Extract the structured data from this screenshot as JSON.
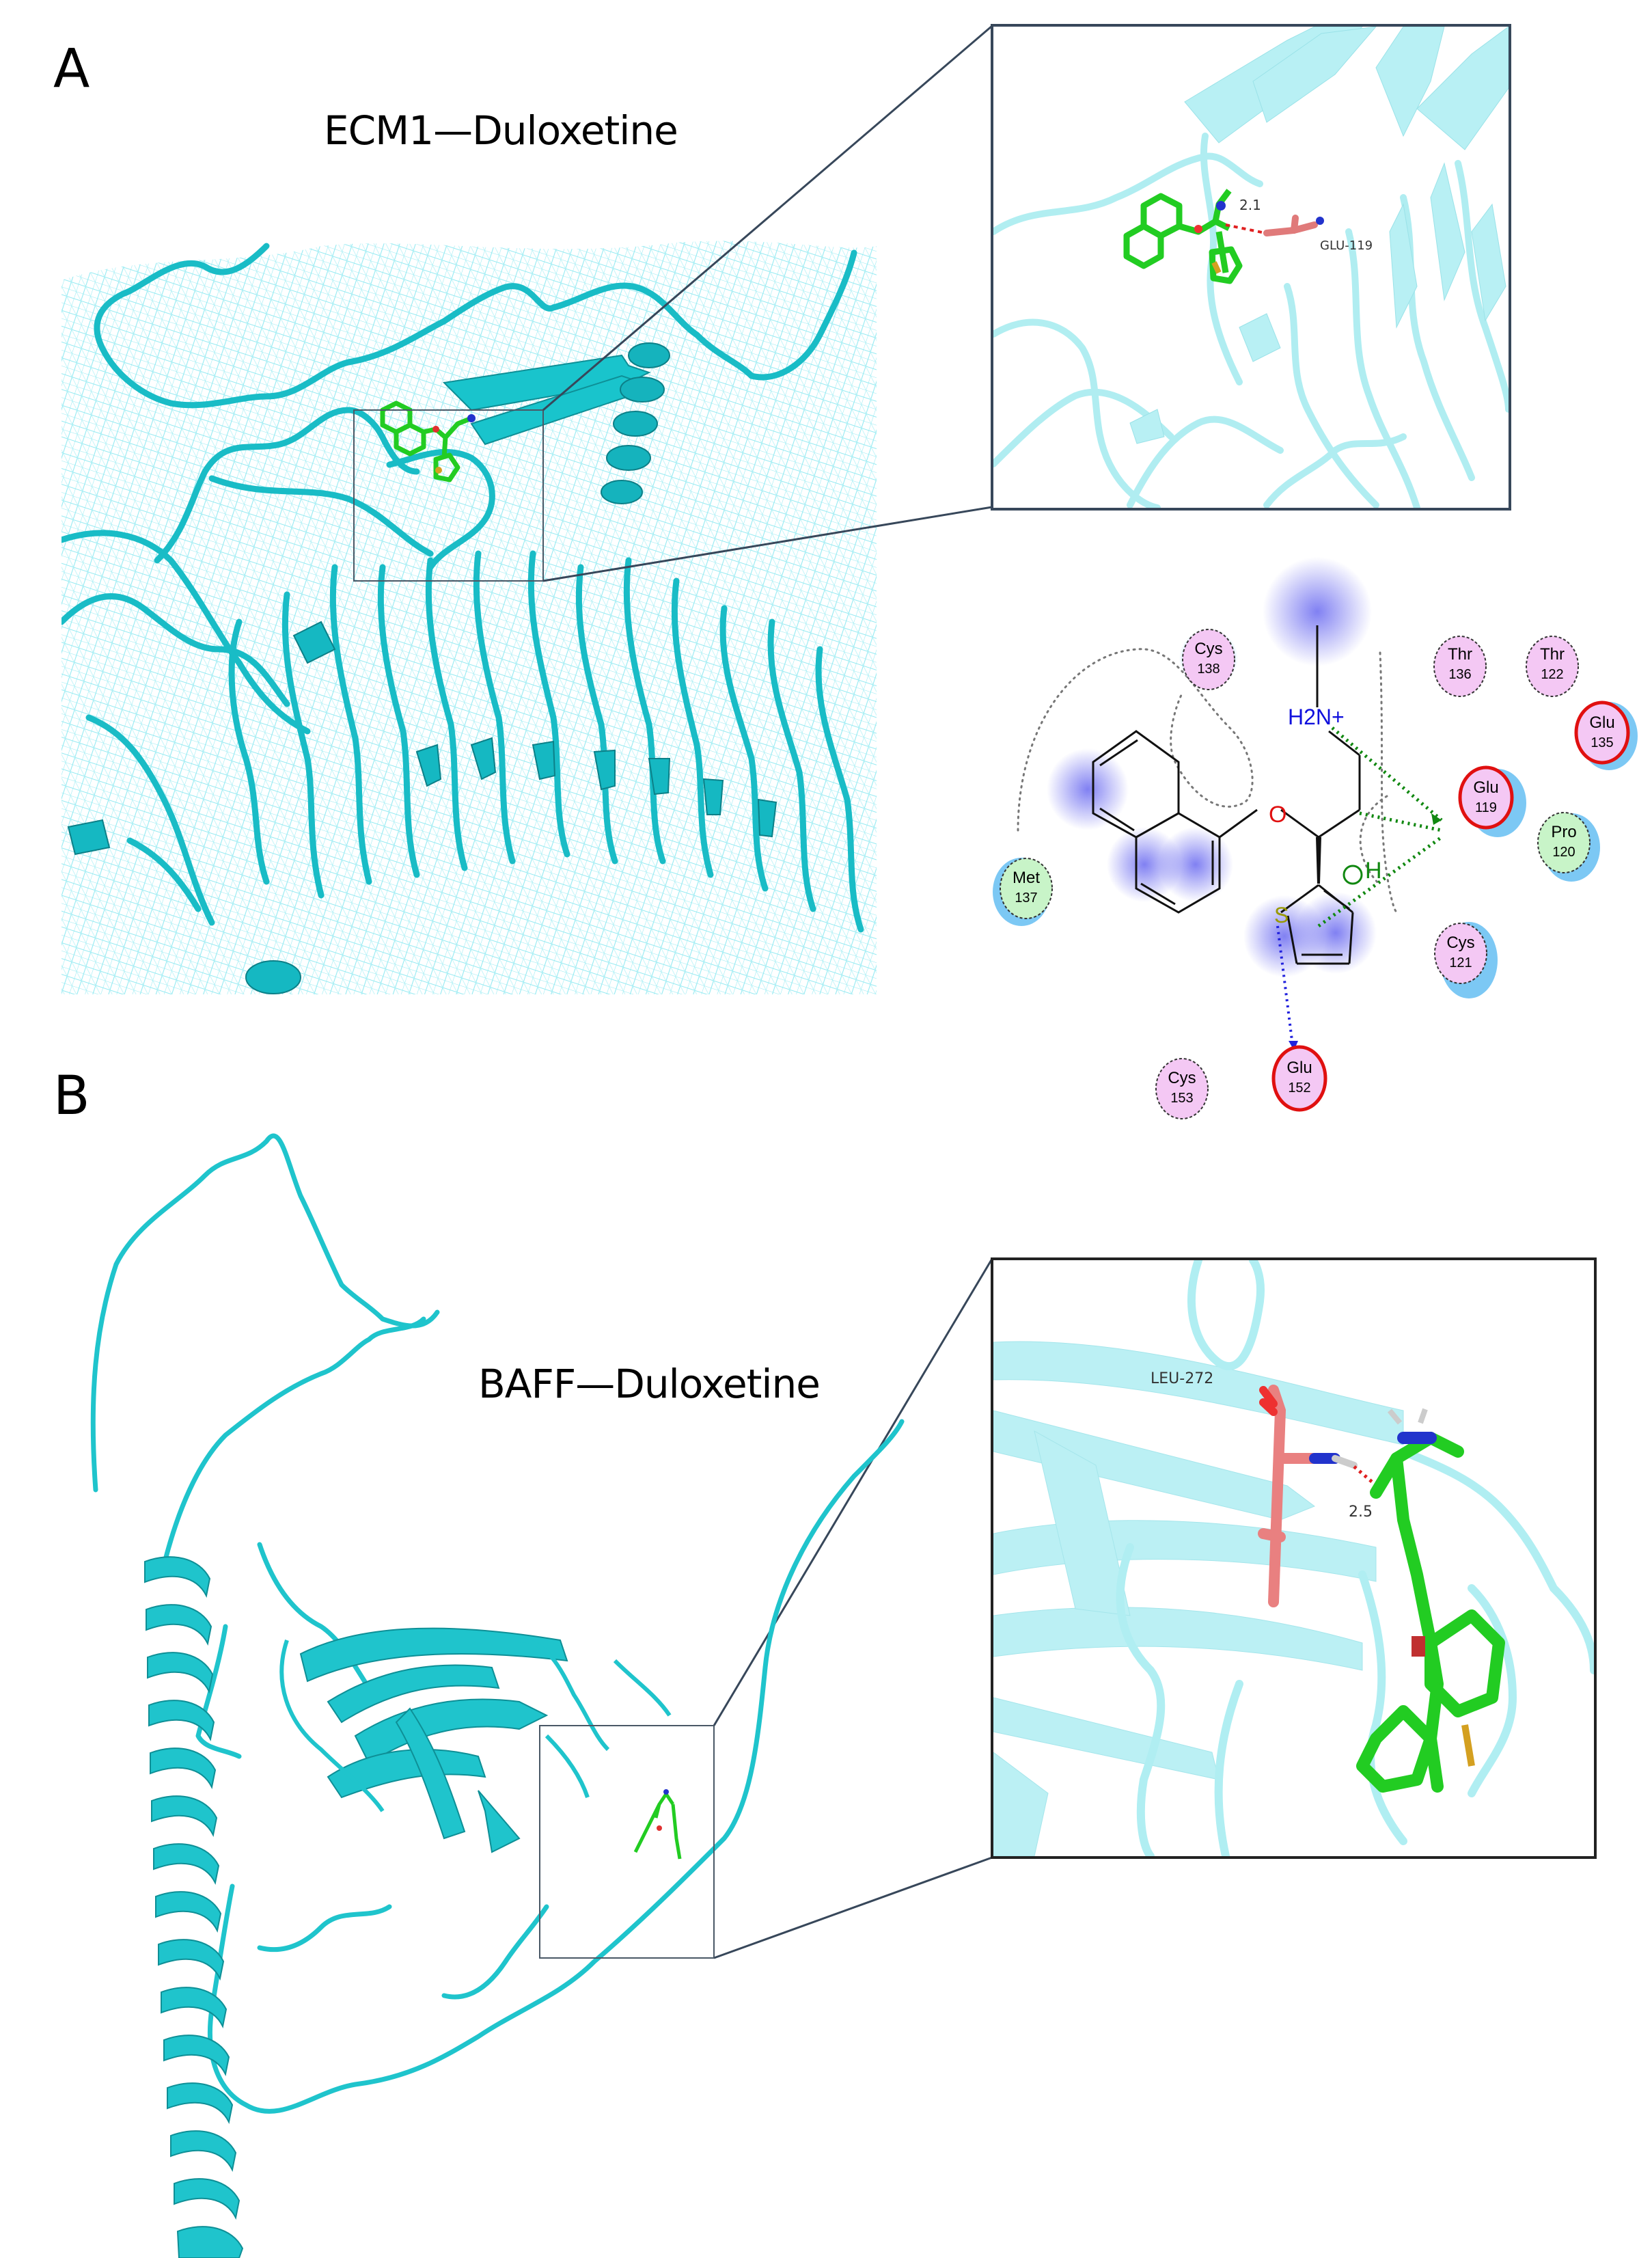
{
  "figure": {
    "panels": [
      {
        "letter": "A",
        "title": "ECM1—Duloxetine",
        "protein": "ECM1",
        "ligand": "Duloxetine",
        "inset_3d": {
          "residue_label": "GLU-119",
          "distance_label": "2.1"
        },
        "interaction_2d": {
          "ligand_groups": {
            "amine": "H2N+",
            "oxygen": "O",
            "sulfur": "S",
            "arene_h": "H"
          },
          "residues": [
            {
              "name": "Cys",
              "num": "138",
              "type": "polar"
            },
            {
              "name": "Thr",
              "num": "136",
              "type": "polar"
            },
            {
              "name": "Thr",
              "num": "122",
              "type": "polar"
            },
            {
              "name": "Glu",
              "num": "119",
              "type": "acidic"
            },
            {
              "name": "Glu",
              "num": "135",
              "type": "acidic"
            },
            {
              "name": "Pro",
              "num": "120",
              "type": "greasy"
            },
            {
              "name": "Met",
              "num": "137",
              "type": "greasy"
            },
            {
              "name": "Cys",
              "num": "121",
              "type": "polar"
            },
            {
              "name": "Glu",
              "num": "152",
              "type": "acidic"
            },
            {
              "name": "Cys",
              "num": "153",
              "type": "polar"
            }
          ]
        }
      },
      {
        "letter": "B",
        "title": "BAFF—Duloxetine",
        "protein": "BAFF",
        "ligand": "Duloxetine",
        "inset_3d": {
          "residue_label": "LEU-272",
          "distance_label": "2.5"
        }
      }
    ],
    "colors": {
      "protein_cartoon": "#1fc4cc",
      "protein_mesh": "#7fe8f0",
      "ligand_carbon": "#22cc22",
      "residue_carbon": "#e98080",
      "hbond": "#e02020",
      "frame": "#37475a",
      "polar_residue": "#f4c8f4",
      "greasy_residue": "#c8f4c8",
      "acidic_ring": "#e01010",
      "solvent_halo": "#7cc8f4",
      "ligand_exposure": "#6a6af0",
      "sidechain_hbond_arrow": "#118811",
      "backbone_hbond_arrow": "#2222dd"
    }
  }
}
